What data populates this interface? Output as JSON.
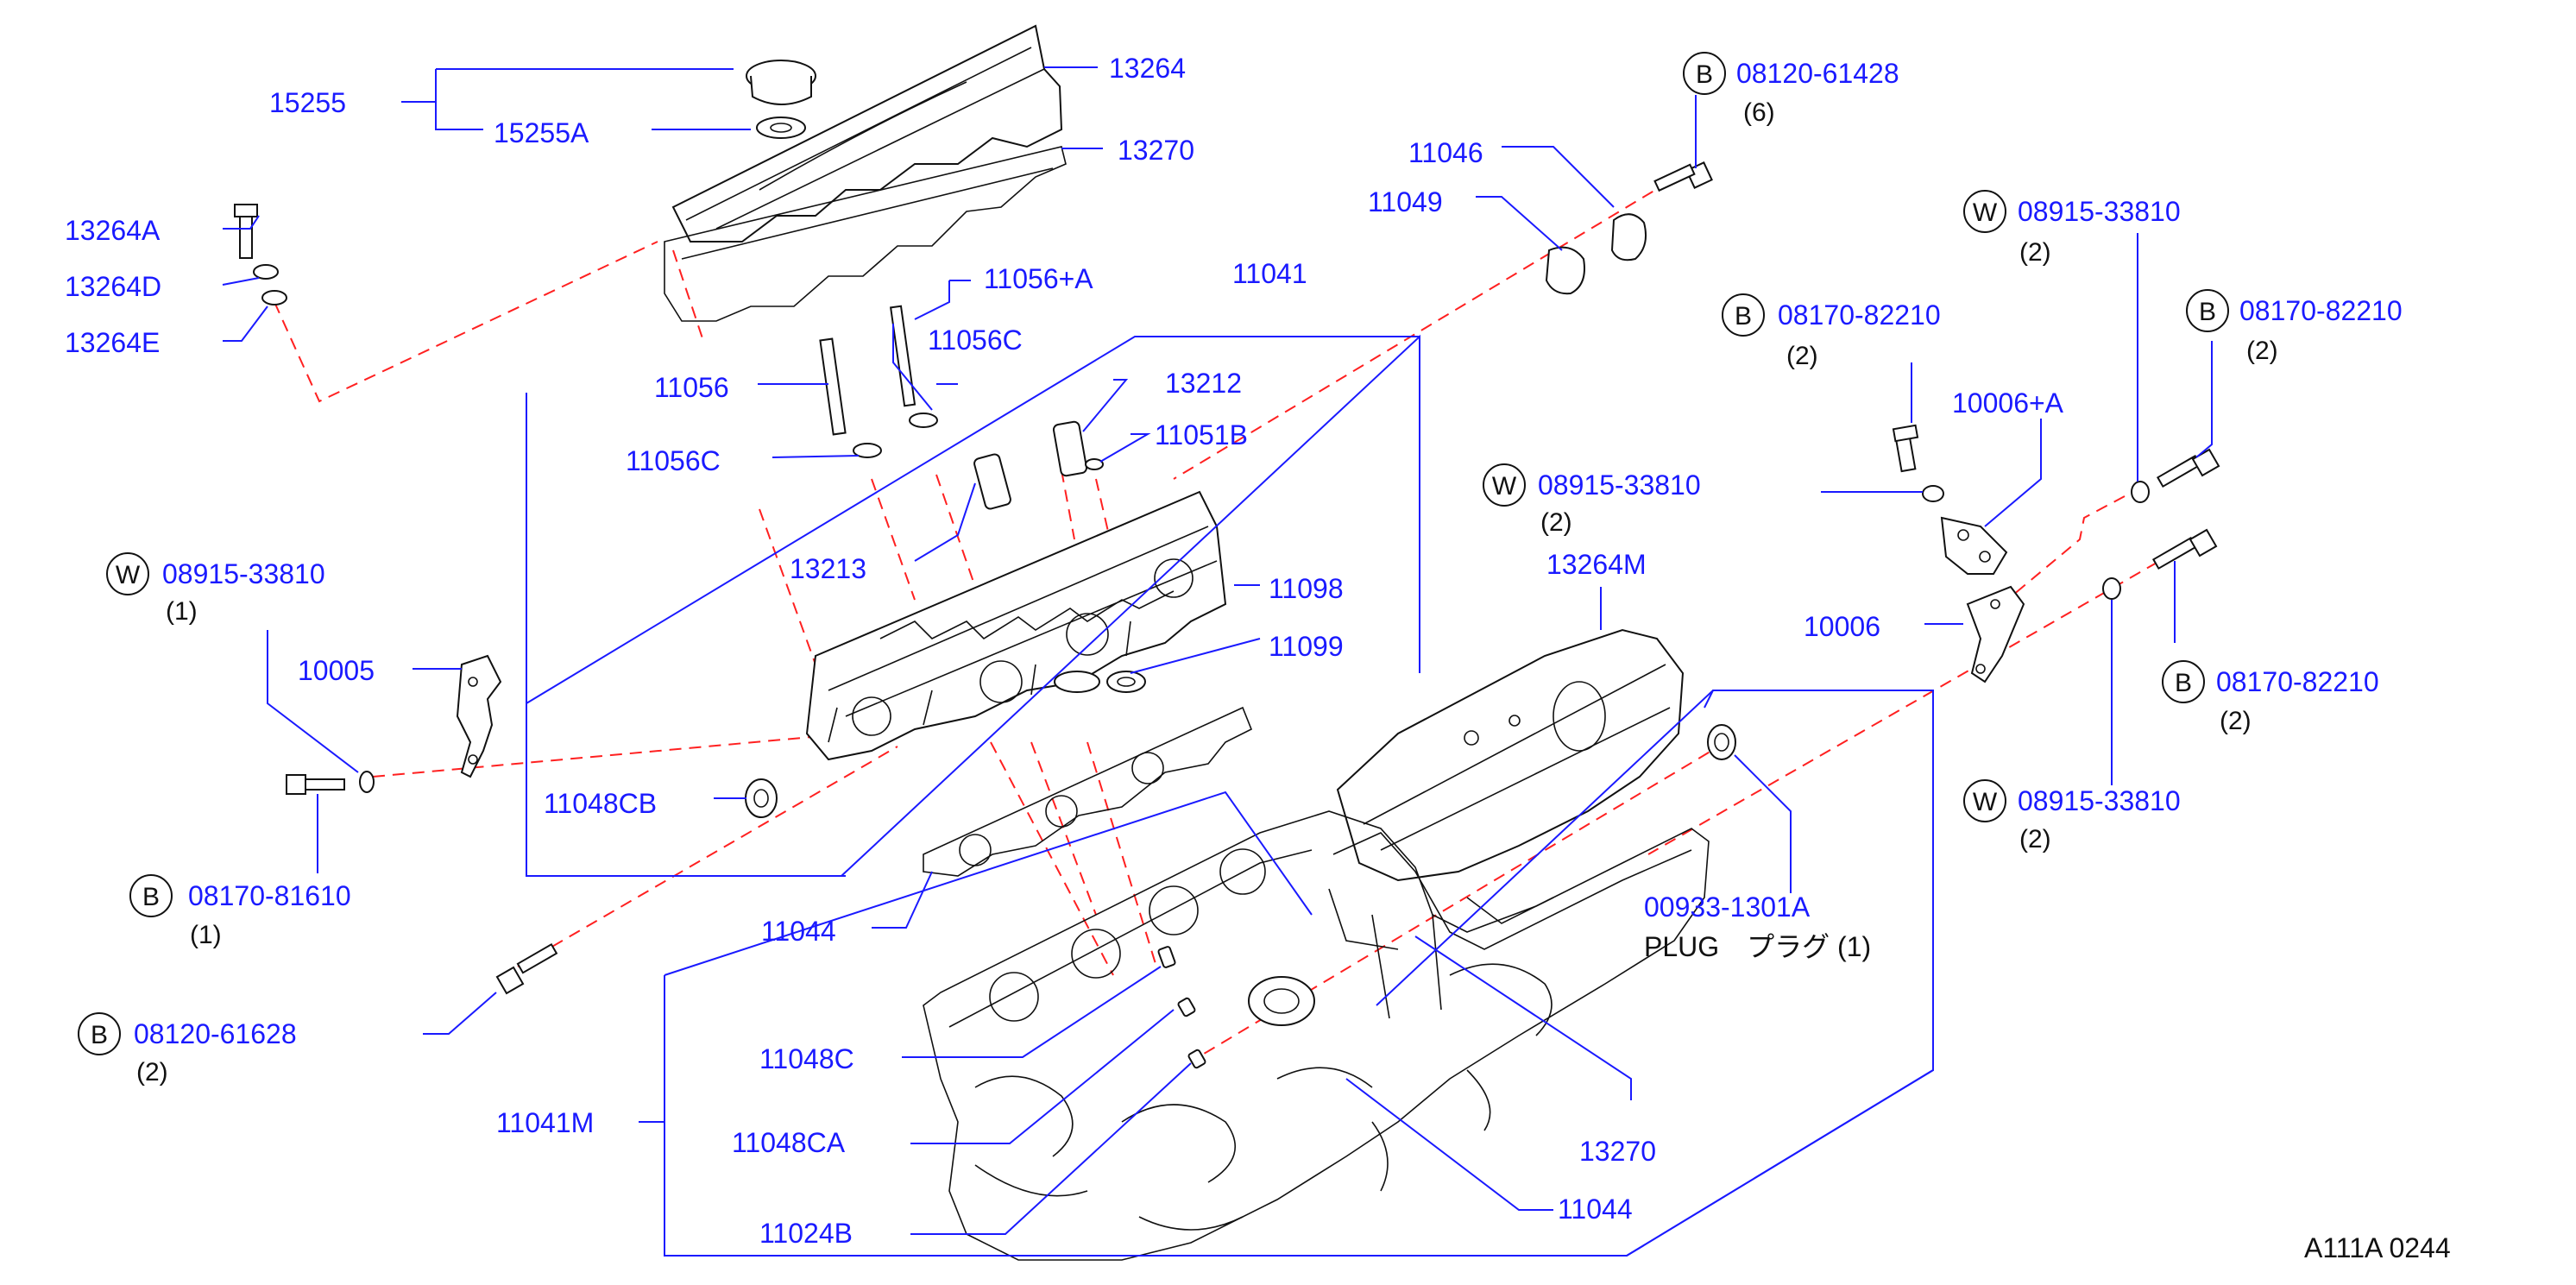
{
  "diagram": {
    "part_numbers": {
      "p15255": "15255",
      "p15255a": "15255A",
      "p13264": "13264",
      "p13270_top": "13270",
      "p13264a": "13264A",
      "p13264d": "13264D",
      "p13264e": "13264E",
      "p11056a": "11056+A",
      "p11056c_upper": "11056C",
      "p11056": "11056",
      "p11056c_lower": "11056C",
      "p11041": "11041",
      "p13212": "13212",
      "p11051b": "11051B",
      "p13213": "13213",
      "p11098": "11098",
      "p11099": "11099",
      "p10005": "10005",
      "p11048cb": "11048CB",
      "p11044_left": "11044",
      "p11046": "11046",
      "p11049": "11049",
      "p10006a": "10006+A",
      "p10006": "10006",
      "p13264m": "13264M",
      "p00933": "00933-1301A",
      "p11048c": "11048C",
      "p11041m": "11041M",
      "p11048ca": "11048CA",
      "p11024b": "11024B",
      "p11044_right": "11044",
      "p13270_bottom": "13270"
    },
    "callouts": {
      "b_08120_61428": {
        "symbol": "B",
        "part": "08120-61428",
        "qty": "(6)"
      },
      "w_08915_33810_a": {
        "symbol": "W",
        "part": "08915-33810",
        "qty": "(2)"
      },
      "b_08170_82210_a": {
        "symbol": "B",
        "part": "08170-82210",
        "qty": "(2)"
      },
      "b_08170_82210_b": {
        "symbol": "B",
        "part": "08170-82210",
        "qty": "(2)"
      },
      "w_08915_33810_b": {
        "symbol": "W",
        "part": "08915-33810",
        "qty": "(2)"
      },
      "w_08915_33810_c": {
        "symbol": "W",
        "part": "08915-33810",
        "qty": "(1)"
      },
      "b_08170_81610": {
        "symbol": "B",
        "part": "08170-81610",
        "qty": "(1)"
      },
      "b_08120_61628": {
        "symbol": "B",
        "part": "08120-61628",
        "qty": "(2)"
      },
      "b_08170_82210_c": {
        "symbol": "B",
        "part": "08170-82210",
        "qty": "(2)"
      },
      "w_08915_33810_d": {
        "symbol": "W",
        "part": "08915-33810",
        "qty": "(2)"
      }
    },
    "plug_label": "PLUG　プラグ (1)",
    "figure_code": "A111A  0244"
  },
  "colors": {
    "part_number": "#1a1aff",
    "leader": "#1a1aff",
    "dashed_guide": "#ff2020",
    "outline": "#111111",
    "background": "#ffffff"
  }
}
